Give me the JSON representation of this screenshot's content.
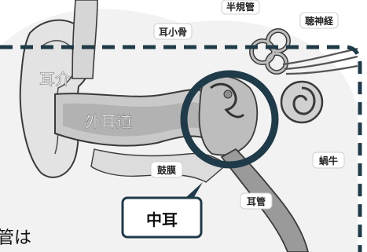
{
  "labels": {
    "auricle": "耳介",
    "ear_canal": "外耳道",
    "ossicles": "耳小骨",
    "semicircular_canals": "半規管",
    "auditory_nerve": "聴神経",
    "eardrum": "鼓膜",
    "cochlea": "蝸牛",
    "eustachian_tube": "耳管",
    "middle_ear_callout": "中耳",
    "cut_text": "管は"
  },
  "colors": {
    "outline": "#3a3a3a",
    "fill_light": "#e6e6e6",
    "fill_mid": "#c9c9c9",
    "fill_dark": "#9a9a9a",
    "highlight_ring": "#1f3a48",
    "dashed_line": "#1f3a48"
  }
}
